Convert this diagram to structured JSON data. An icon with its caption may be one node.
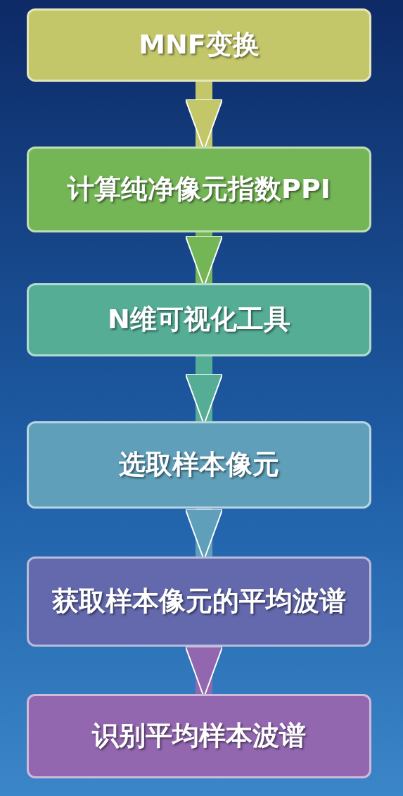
{
  "diagram": {
    "nodes": [
      {
        "text": [
          "MNF变换"
        ]
      },
      {
        "text": [
          "计算纯净像元指数PPI"
        ]
      },
      {
        "text": [
          "N维可视化工具"
        ]
      },
      {
        "text": [
          "选取样本像元"
        ]
      },
      {
        "text": [
          "获取样本像元的平均波谱"
        ]
      },
      {
        "text": [
          "识别平均样本波谱"
        ]
      }
    ],
    "edges": [
      {
        "from": 0,
        "to": 1,
        "arrow": "to",
        "color": "#c3c76a"
      },
      {
        "from": 1,
        "to": 2,
        "arrow": "to",
        "color": "#74b556"
      },
      {
        "from": 2,
        "to": 3,
        "arrow": "to",
        "color": "#55ad96"
      },
      {
        "from": 3,
        "to": 4,
        "arrow": "to",
        "color": "#5f9fba"
      },
      {
        "from": 4,
        "to": 5,
        "arrow": "to",
        "color": "#9267b0"
      }
    ]
  }
}
